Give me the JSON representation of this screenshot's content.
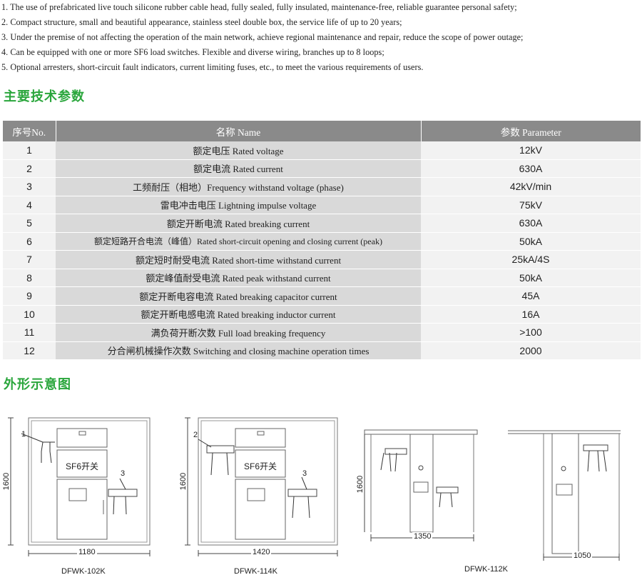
{
  "features": [
    "1. The use of prefabricated live touch silicone rubber cable head, fully sealed, fully insulated, maintenance-free, reliable guarantee personal safety;",
    "2. Compact structure, small and beautiful appearance, stainless steel double box, the service life of up to 20 years;",
    "3. Under the premise of not affecting the operation of the main network, achieve regional maintenance and repair, reduce the scope of power outage;",
    "4. Can be equipped with one or more SF6 load switches. Flexible and diverse wiring, branches up to 8 loops;",
    "5. Optional arresters, short-circuit fault indicators, current limiting fuses, etc., to meet the various requirements of users."
  ],
  "sections": {
    "params_title": "主要技术参数",
    "outline_title": "外形示意图"
  },
  "table": {
    "headers": {
      "no": "序号No.",
      "name": "名称 Name",
      "param": "参数 Parameter"
    },
    "rows": [
      {
        "no": "1",
        "name": "额定电压 Rated voltage",
        "value": "12kV"
      },
      {
        "no": "2",
        "name": "额定电流  Rated current",
        "value": "630A"
      },
      {
        "no": "3",
        "name": "工频耐压（相地）Frequency withstand voltage (phase)",
        "value": "42kV/min"
      },
      {
        "no": "4",
        "name": "雷电冲击电压 Lightning impulse voltage",
        "value": "75kV"
      },
      {
        "no": "5",
        "name": "额定开断电流  Rated breaking current",
        "value": "630A"
      },
      {
        "no": "6",
        "name": "额定短路开合电流（峰值）Rated short-circuit opening and closing current (peak)",
        "value": "50kA"
      },
      {
        "no": "7",
        "name": "额定短时耐受电流 Rated short-time withstand current",
        "value": "25kA/4S"
      },
      {
        "no": "8",
        "name": "额定峰值耐受电流  Rated peak withstand current",
        "value": "50kA"
      },
      {
        "no": "9",
        "name": "额定开断电容电流  Rated breaking capacitor current",
        "value": "45A"
      },
      {
        "no": "10",
        "name": "额定开断电感电流 Rated breaking inductor current",
        "value": "16A"
      },
      {
        "no": "11",
        "name": "满负荷开断次数  Full load breaking frequency",
        "value": ">100"
      },
      {
        "no": "12",
        "name": "分合闸机械操作次数 Switching and closing machine operation times",
        "value": "2000"
      }
    ]
  },
  "drawings": [
    {
      "model": "DFWK-102K",
      "height": "1600",
      "width": "1180",
      "switch_label": "SF6开关",
      "callouts": [
        "1",
        "3"
      ]
    },
    {
      "model": "DFWK-114K",
      "height": "1600",
      "width": "1420",
      "switch_label": "SF6开关",
      "callouts": [
        "2",
        "3"
      ]
    },
    {
      "model": "DFWK-112K",
      "height": "1600",
      "width": "1350"
    },
    {
      "model": "",
      "width": "1050"
    }
  ]
}
